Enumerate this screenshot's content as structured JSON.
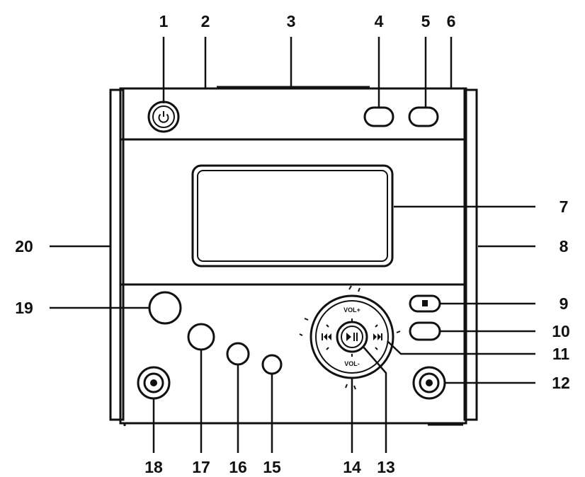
{
  "figure": {
    "ink_color": "#111111",
    "background": "#ffffff",
    "callouts": [
      {
        "id": "1",
        "label": "1"
      },
      {
        "id": "2",
        "label": "2"
      },
      {
        "id": "3",
        "label": "3"
      },
      {
        "id": "4",
        "label": "4"
      },
      {
        "id": "5",
        "label": "5"
      },
      {
        "id": "6",
        "label": "6"
      },
      {
        "id": "7",
        "label": "7"
      },
      {
        "id": "8",
        "label": "8"
      },
      {
        "id": "9",
        "label": "9"
      },
      {
        "id": "10",
        "label": "10"
      },
      {
        "id": "11",
        "label": "11"
      },
      {
        "id": "12",
        "label": "12"
      },
      {
        "id": "13",
        "label": "13"
      },
      {
        "id": "14",
        "label": "14"
      },
      {
        "id": "15",
        "label": "15"
      },
      {
        "id": "16",
        "label": "16"
      },
      {
        "id": "17",
        "label": "17"
      },
      {
        "id": "18",
        "label": "18"
      },
      {
        "id": "19",
        "label": "19"
      },
      {
        "id": "20",
        "label": "20"
      }
    ],
    "dial": {
      "vol_up": "VOL+",
      "vol_down": "VOL-"
    },
    "icons": {
      "power": "power-icon",
      "stop": "stop-icon",
      "previous": "skip-previous-icon",
      "next": "skip-next-icon",
      "play_pause": "play-pause-icon"
    }
  }
}
